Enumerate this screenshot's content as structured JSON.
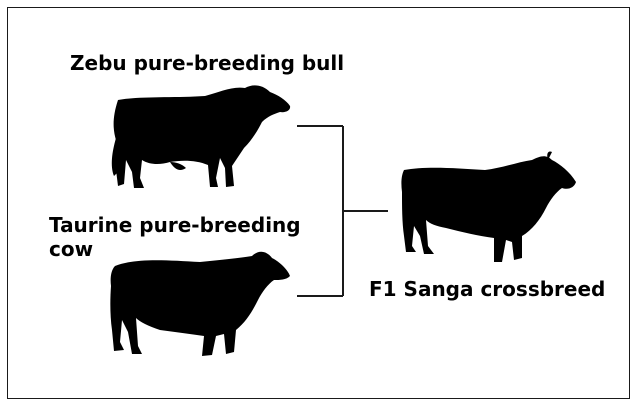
{
  "labels": {
    "bull": "Zebu pure-breeding bull",
    "cow_line1": "Taurine pure-breeding",
    "cow_line2": "cow",
    "offspring": "F1 Sanga crossbreed"
  },
  "colors": {
    "silhouette": "#000000",
    "connector": "#1a1a1a",
    "frame": "#1a1a1a",
    "background": "#ffffff"
  },
  "icons": {
    "bull": "zebu-bull-silhouette-icon",
    "cow": "taurine-cow-silhouette-icon",
    "offspring": "sanga-crossbreed-silhouette-icon"
  }
}
